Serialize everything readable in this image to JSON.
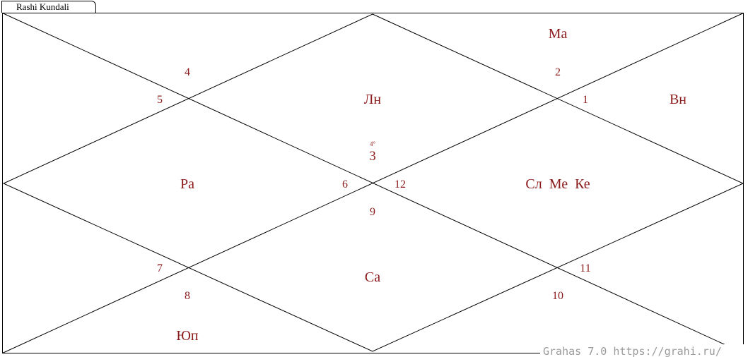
{
  "tab": {
    "label": "Rashi Kundali"
  },
  "watermark": "Grahas 7.0 https://grahi.ru/",
  "colors": {
    "text": "#8b1a1a",
    "line": "#000000",
    "watermark": "#9a9a9a"
  },
  "houses": {
    "h1": "1",
    "h2": "2",
    "h3": "3",
    "h4": "4",
    "h5": "5",
    "h6": "6",
    "h7": "7",
    "h8": "8",
    "h9": "9",
    "h10": "10",
    "h11": "11",
    "h12": "12"
  },
  "planets": {
    "ma": "Ма",
    "ln": "Лн",
    "vn": "Вн",
    "ra": "Ра",
    "sl_me_ke": "Сл  Ме  Ке",
    "sa": "Са",
    "yup": "Юп"
  },
  "degree_mark": "4°"
}
